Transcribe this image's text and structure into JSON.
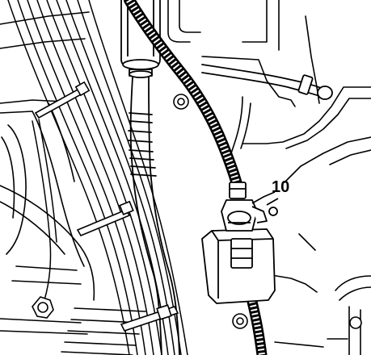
{
  "diagram": {
    "callouts": [
      {
        "id": "callout-10",
        "label": "10"
      }
    ],
    "colors": {
      "ink": "#000000",
      "paper": "#ffffff"
    },
    "style": "monochrome technical line illustration"
  }
}
